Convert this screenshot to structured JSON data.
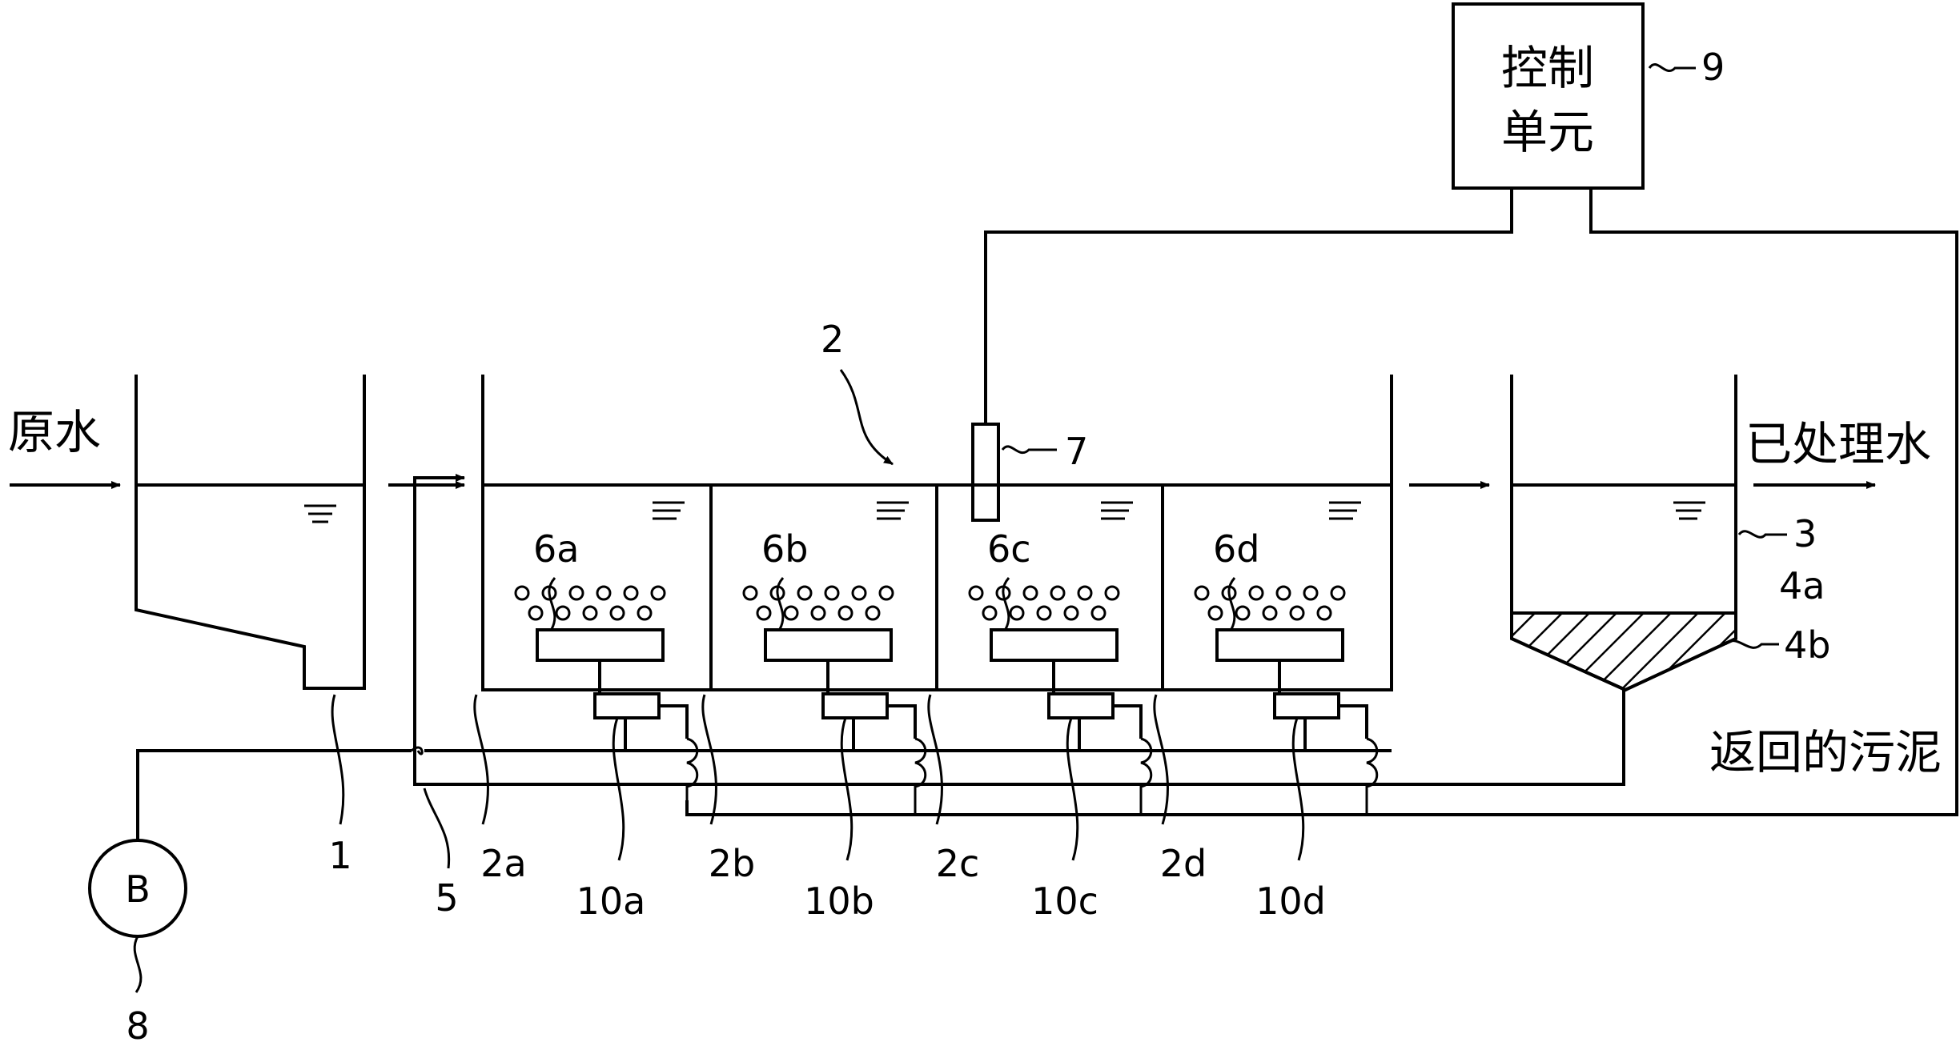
{
  "labels": {
    "raw_water": "原水",
    "treated_water": "已处理水",
    "returned_sludge": "返回的污泥",
    "control_unit_line1": "控制",
    "control_unit_line2": "单元",
    "blower": "B"
  },
  "refs": {
    "primary_tank": "1",
    "aeration_tank": "2",
    "sections": [
      "2a",
      "2b",
      "2c",
      "2d"
    ],
    "clarifier": "3",
    "supernatant": "4a",
    "sludge_layer": "4b",
    "air_pipe": "5",
    "diffusers": [
      "6a",
      "6b",
      "6c",
      "6d"
    ],
    "sensor": "7",
    "blower": "8",
    "controller": "9",
    "valves": [
      "10a",
      "10b",
      "10c",
      "10d"
    ]
  }
}
